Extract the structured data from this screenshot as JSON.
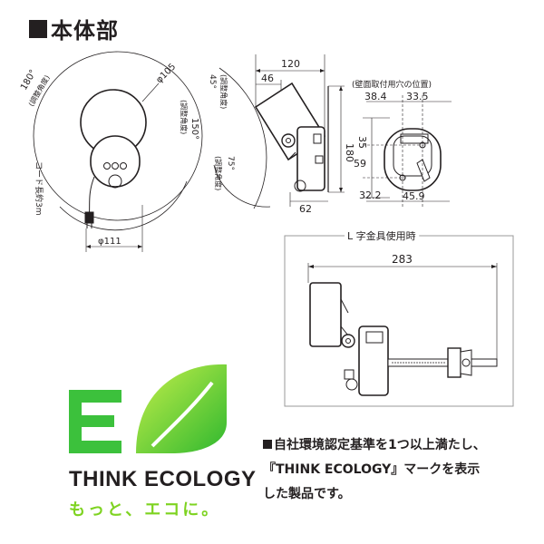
{
  "title": "本体部",
  "front_view": {
    "angle_180": "180°",
    "angle_180_note": "(調整角度)",
    "diameter_head": "φ105",
    "angle_150": "150°",
    "angle_150_note": "(調整角度)",
    "cord": "コード長約3m",
    "diameter_body": "φ111"
  },
  "side_view": {
    "dim_120": "120",
    "dim_46": "46",
    "dim_180": "180",
    "dim_62": "62",
    "angle_45": "45°",
    "angle_45_note": "(調整角度)",
    "angle_75": "75°",
    "angle_75_note": "(調整角度)"
  },
  "back_view": {
    "caption": "(壁面取付用穴の位置)",
    "dim_38_4": "38.4",
    "dim_33_5": "33.5",
    "dim_35": "35",
    "dim_59": "59",
    "dim_32_2": "32.2",
    "dim_45_9": "45.9"
  },
  "bracket_view": {
    "label": "L 字金具使用時",
    "dim_283": "283"
  },
  "eco": {
    "logo_letters": "E/",
    "name": "THINK ECOLOGY",
    "slogan": "もっと、エコに。",
    "description_1": "自社環境認定基準を1つ以上満たし、",
    "description_2": "『THINK ECOLOGY』マークを表示",
    "description_3": "した製品です。"
  },
  "colors": {
    "line": "#231f20",
    "eco_green": "#7ed321"
  }
}
